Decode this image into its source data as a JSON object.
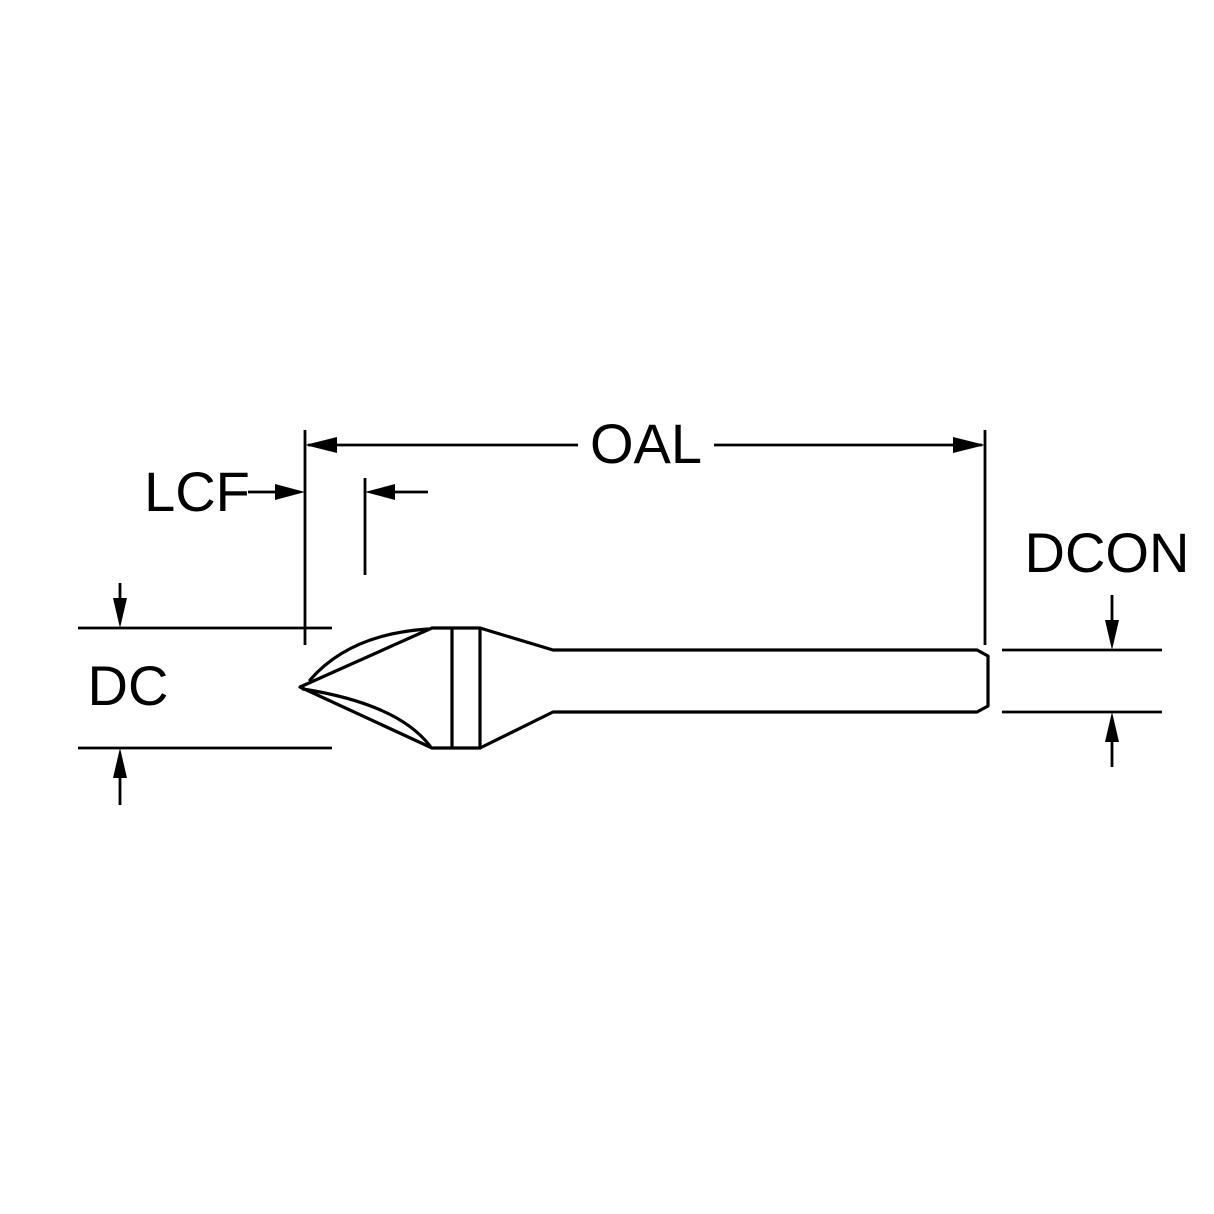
{
  "diagram": {
    "labels": {
      "oal": "OAL",
      "lcf": "LCF",
      "dc": "DC",
      "dcon": "DCON"
    },
    "colors": {
      "line": "#000000",
      "background": "#ffffff"
    }
  }
}
